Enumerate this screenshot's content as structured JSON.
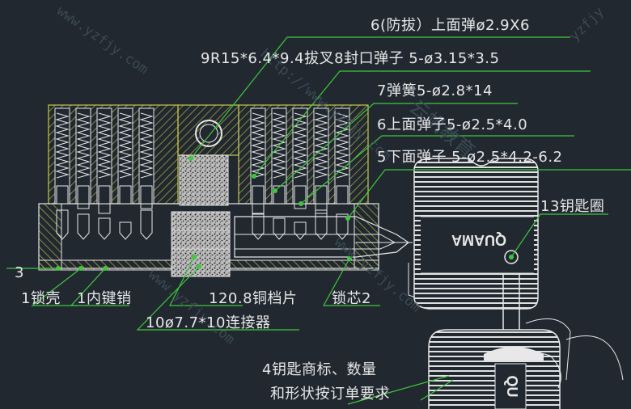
{
  "labels": {
    "anti_pull_pin": "6(防拔）上面弹ø2.9X6",
    "fork_seal_pin": "9R15*6.4*9.4拔叉8封口弹子 5-ø3.15*3.5",
    "spring": "7弹簧5-ø2.8*14",
    "upper_pins": "6上面弹子5-ø2.5*4.0",
    "lower_pins": "5下面弹子 5-ø2.5*4.2-6.2",
    "key_ring": "13钥匙圈",
    "num_3": "3",
    "lock_housing": "1锁壳",
    "inner_key_pin": "1内键销",
    "copper_stop": "120.8铜档片",
    "lock_core": "锁芯2",
    "connector": "10ø7.7*10连接器",
    "key_logo_line1": "4钥匙商标、数量",
    "key_logo_line2": "和形状按订单要求",
    "key_brand": "QUAMA",
    "key_brand_partial": "QU"
  },
  "watermarks": {
    "site": "www.yzfjy.com",
    "url": "http://www.yzfjy.com",
    "org_cn": "云帆教育",
    "site_short": "yzfjy"
  },
  "colors": {
    "background": "#212830",
    "drawing_white": "#e8e8e8",
    "hatch_yellow": "#c8c84a",
    "leader_green": "#3ec83e",
    "text": "#e6e6e6"
  }
}
